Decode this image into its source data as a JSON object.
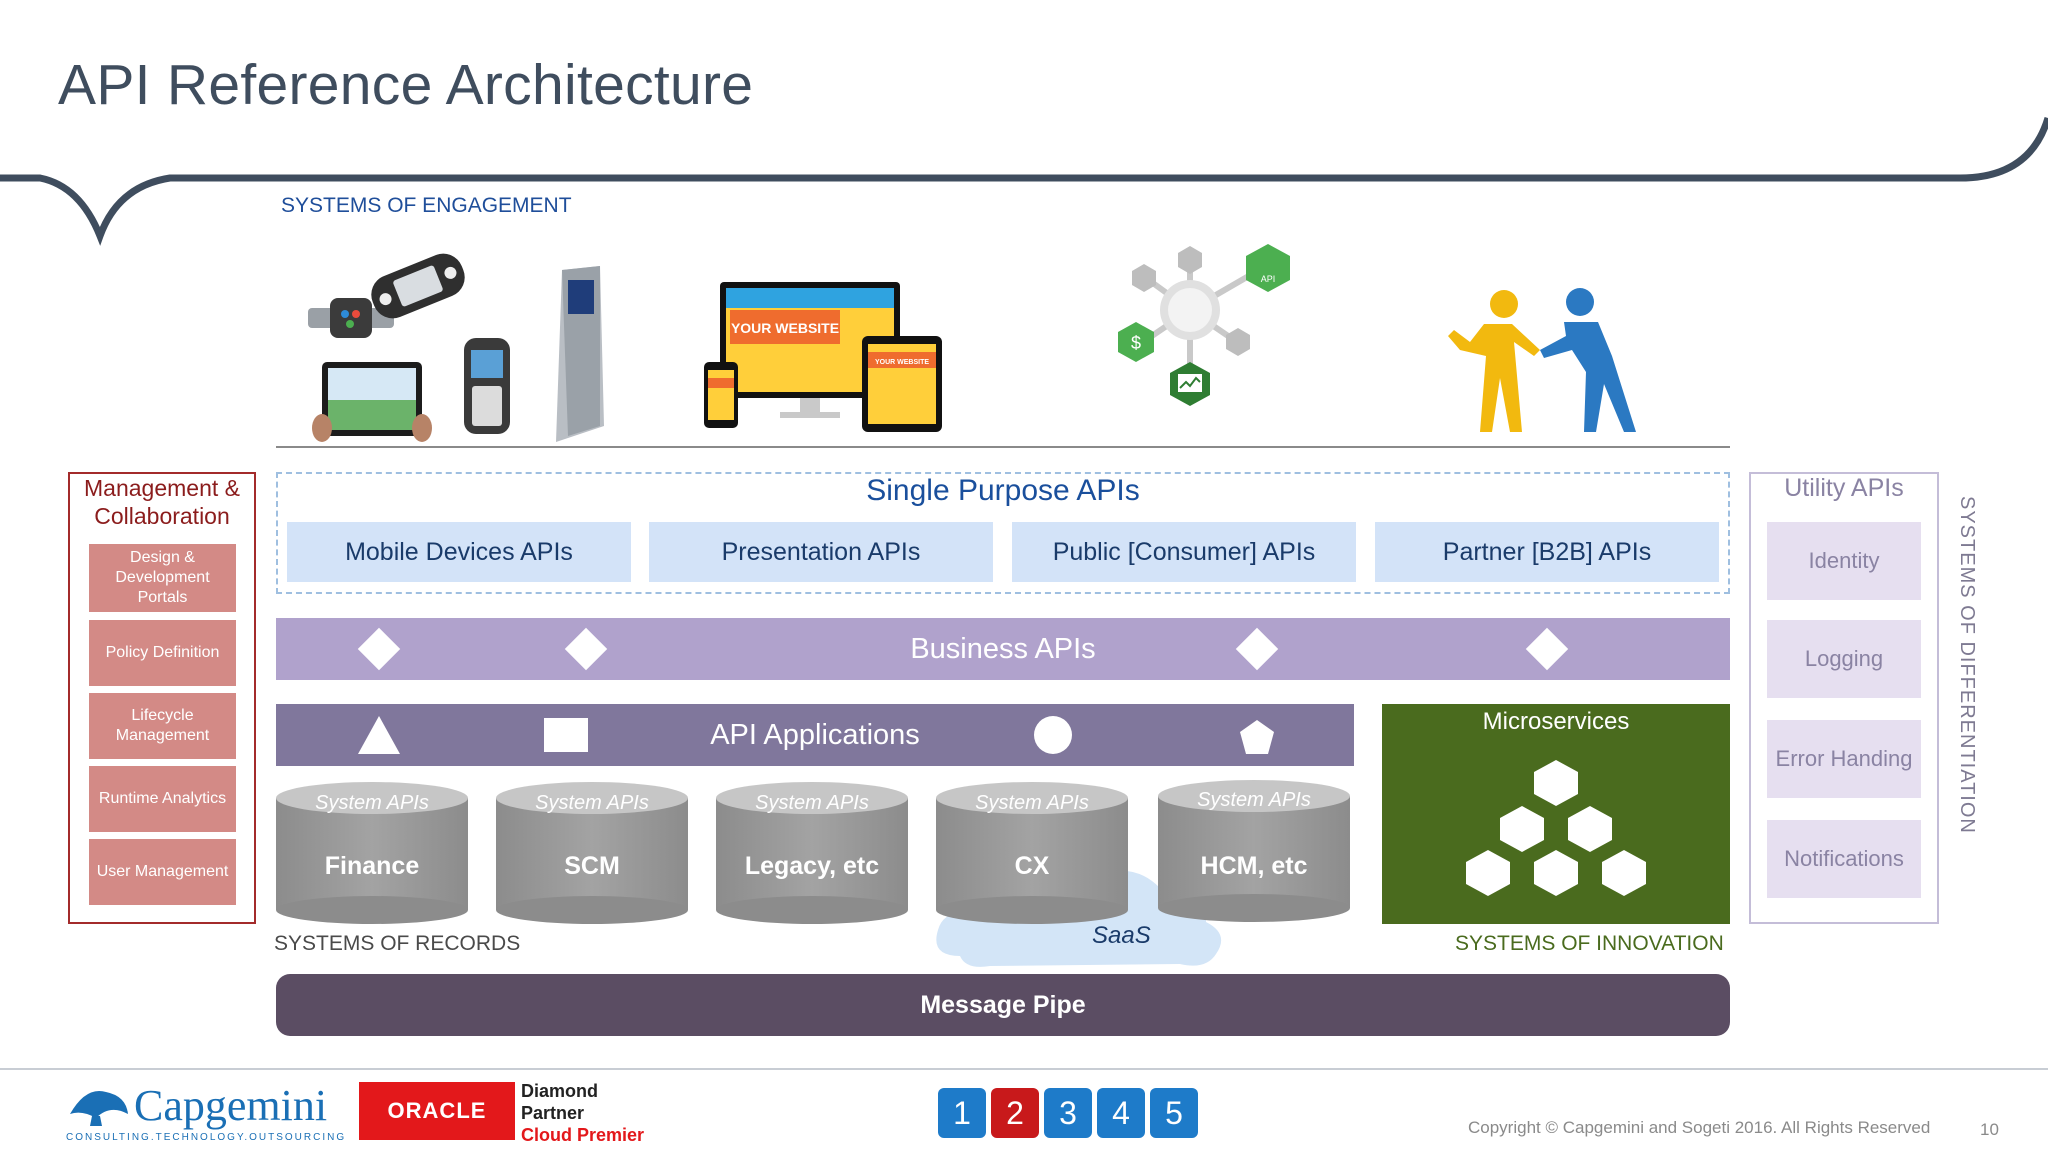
{
  "title": "API Reference Architecture",
  "systems_of_engagement": "SYSTEMS OF ENGAGEMENT",
  "management": {
    "title": "Management & Collaboration",
    "items": [
      "Design & Development Portals",
      "Policy Definition",
      "Lifecycle Management",
      "Runtime Analytics",
      "User  Management"
    ]
  },
  "single_purpose": {
    "title": "Single Purpose APIs",
    "items": [
      "Mobile Devices APIs",
      "Presentation APIs",
      "Public [Consumer] APIs",
      "Partner [B2B] APIs"
    ]
  },
  "business_apis": "Business APIs",
  "api_applications": "API Applications",
  "microservices": "Microservices",
  "systems": {
    "top_label": "System APIs",
    "names": [
      "Finance",
      "SCM",
      "Legacy, etc",
      "CX",
      "HCM, etc"
    ]
  },
  "systems_of_records": "SYSTEMS OF RECORDS",
  "systems_of_innovation": "SYSTEMS OF INNOVATION",
  "saas": "SaaS",
  "message_pipe": "Message Pipe",
  "utility": {
    "title": "Utility APIs",
    "items": [
      "Identity",
      "Logging",
      "Error Handing",
      "Notifications"
    ]
  },
  "systems_of_differentiation": "SYSTEMS OF DIFFERENTIATION",
  "device_labels": {
    "your_website": "YOUR WEBSITE",
    "api_badge": "API",
    "dollar": "$"
  },
  "footer": {
    "capgemini": "Capgemini",
    "capgemini_tagline": "CONSULTING.TECHNOLOGY.OUTSOURCING",
    "oracle": "ORACLE",
    "partner_line1": "Diamond",
    "partner_line2": "Partner",
    "partner_line3": "Cloud Premier",
    "pages": [
      "1",
      "2",
      "3",
      "4",
      "5"
    ],
    "active_page": "2",
    "copyright": "Copyright © Capgemini and Sogeti 2016. All Rights Reserved",
    "page_number": "10"
  },
  "colors": {
    "accent_blue": "#1a4f9c",
    "mgmt_red": "#a32b2b",
    "business_purple": "#b0a2cc",
    "apps_purple": "#80779c",
    "micro_green": "#4a6b1e",
    "pipe": "#5b4d63",
    "pager_active": "#c8191b"
  }
}
